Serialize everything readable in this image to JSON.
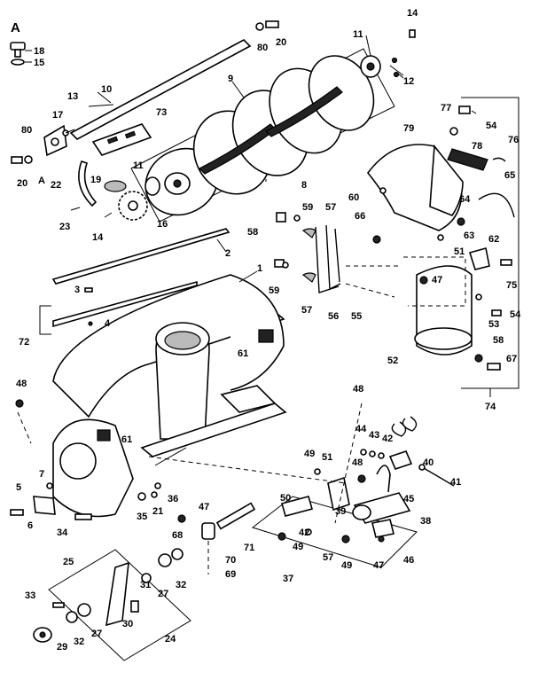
{
  "inset_letter": "A",
  "callouts": [
    {
      "id": "c-A2",
      "text": "A"
    },
    {
      "id": "c-18",
      "text": "18"
    },
    {
      "id": "c-15",
      "text": "15"
    },
    {
      "id": "c-10",
      "text": "10"
    },
    {
      "id": "c-13",
      "text": "13"
    },
    {
      "id": "c-80a",
      "text": "80"
    },
    {
      "id": "c-17",
      "text": "17"
    },
    {
      "id": "c-20a",
      "text": "20"
    },
    {
      "id": "c-80b",
      "text": "80"
    },
    {
      "id": "c-20b",
      "text": "20"
    },
    {
      "id": "c-14a",
      "text": "14"
    },
    {
      "id": "c-11a",
      "text": "11"
    },
    {
      "id": "c-12",
      "text": "12"
    },
    {
      "id": "c-9",
      "text": "9"
    },
    {
      "id": "c-73",
      "text": "73"
    },
    {
      "id": "c-22",
      "text": "22"
    },
    {
      "id": "c-19",
      "text": "19"
    },
    {
      "id": "c-11b",
      "text": "11"
    },
    {
      "id": "c-8",
      "text": "8"
    },
    {
      "id": "c-23",
      "text": "23"
    },
    {
      "id": "c-14b",
      "text": "14"
    },
    {
      "id": "c-16",
      "text": "16"
    },
    {
      "id": "c-77",
      "text": "77"
    },
    {
      "id": "c-54a",
      "text": "54"
    },
    {
      "id": "c-78",
      "text": "78"
    },
    {
      "id": "c-79",
      "text": "79"
    },
    {
      "id": "c-76",
      "text": "76"
    },
    {
      "id": "c-60",
      "text": "60"
    },
    {
      "id": "c-64",
      "text": "64"
    },
    {
      "id": "c-65",
      "text": "65"
    },
    {
      "id": "c-59a",
      "text": "59"
    },
    {
      "id": "c-57a",
      "text": "57"
    },
    {
      "id": "c-58a",
      "text": "58"
    },
    {
      "id": "c-66",
      "text": "66"
    },
    {
      "id": "c-63",
      "text": "63"
    },
    {
      "id": "c-51a",
      "text": "51"
    },
    {
      "id": "c-62",
      "text": "62"
    },
    {
      "id": "c-2",
      "text": "2"
    },
    {
      "id": "c-1",
      "text": "1"
    },
    {
      "id": "c-3",
      "text": "3"
    },
    {
      "id": "c-59b",
      "text": "59"
    },
    {
      "id": "c-57b",
      "text": "57"
    },
    {
      "id": "c-56",
      "text": "56"
    },
    {
      "id": "c-55",
      "text": "55"
    },
    {
      "id": "c-47a",
      "text": "47"
    },
    {
      "id": "c-75",
      "text": "75"
    },
    {
      "id": "c-53",
      "text": "53"
    },
    {
      "id": "c-54b",
      "text": "54"
    },
    {
      "id": "c-4",
      "text": "4"
    },
    {
      "id": "c-72",
      "text": "72"
    },
    {
      "id": "c-61a",
      "text": "61"
    },
    {
      "id": "c-52",
      "text": "52"
    },
    {
      "id": "c-58b",
      "text": "58"
    },
    {
      "id": "c-67",
      "text": "67"
    },
    {
      "id": "c-48a",
      "text": "48"
    },
    {
      "id": "c-48b",
      "text": "48"
    },
    {
      "id": "c-74",
      "text": "74"
    },
    {
      "id": "c-44",
      "text": "44"
    },
    {
      "id": "c-43",
      "text": "43"
    },
    {
      "id": "c-42a",
      "text": "42"
    },
    {
      "id": "c-61b",
      "text": "61"
    },
    {
      "id": "c-49a",
      "text": "49"
    },
    {
      "id": "c-51b",
      "text": "51"
    },
    {
      "id": "c-48c",
      "text": "48"
    },
    {
      "id": "c-40",
      "text": "40"
    },
    {
      "id": "c-41",
      "text": "41"
    },
    {
      "id": "c-7",
      "text": "7"
    },
    {
      "id": "c-5",
      "text": "5"
    },
    {
      "id": "c-36",
      "text": "36"
    },
    {
      "id": "c-45",
      "text": "45"
    },
    {
      "id": "c-39",
      "text": "39"
    },
    {
      "id": "c-50",
      "text": "50"
    },
    {
      "id": "c-38",
      "text": "38"
    },
    {
      "id": "c-35",
      "text": "35"
    },
    {
      "id": "c-21",
      "text": "21"
    },
    {
      "id": "c-47b",
      "text": "47"
    },
    {
      "id": "c-6",
      "text": "6"
    },
    {
      "id": "c-34",
      "text": "34"
    },
    {
      "id": "c-68",
      "text": "68"
    },
    {
      "id": "c-71",
      "text": "71"
    },
    {
      "id": "c-42b",
      "text": "42"
    },
    {
      "id": "c-49b",
      "text": "49"
    },
    {
      "id": "c-57c",
      "text": "57"
    },
    {
      "id": "c-49c",
      "text": "49"
    },
    {
      "id": "c-47c",
      "text": "47"
    },
    {
      "id": "c-46",
      "text": "46"
    },
    {
      "id": "c-70",
      "text": "70"
    },
    {
      "id": "c-69",
      "text": "69"
    },
    {
      "id": "c-25",
      "text": "25"
    },
    {
      "id": "c-32a",
      "text": "32"
    },
    {
      "id": "c-31",
      "text": "31"
    },
    {
      "id": "c-27a",
      "text": "27"
    },
    {
      "id": "c-37",
      "text": "37"
    },
    {
      "id": "c-33",
      "text": "33"
    },
    {
      "id": "c-27b",
      "text": "27"
    },
    {
      "id": "c-32b",
      "text": "32"
    },
    {
      "id": "c-30",
      "text": "30"
    },
    {
      "id": "c-29",
      "text": "29"
    },
    {
      "id": "c-24",
      "text": "24"
    }
  ]
}
